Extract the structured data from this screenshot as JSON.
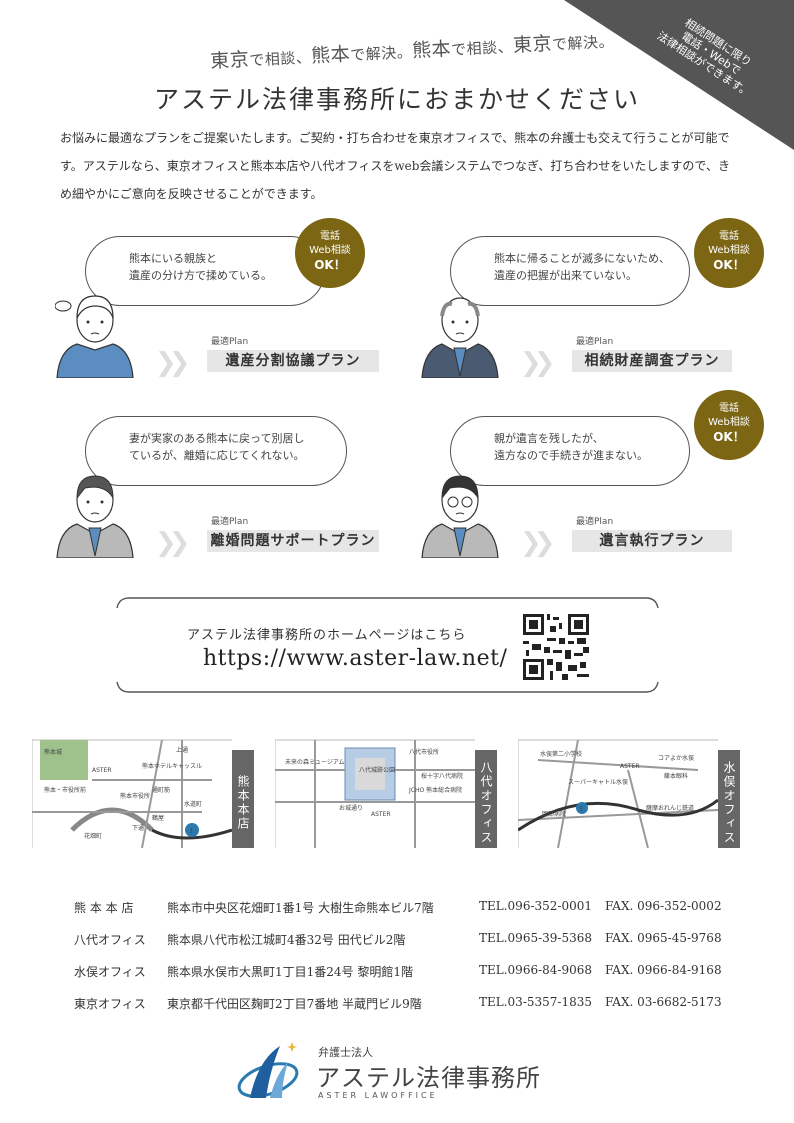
{
  "corner_note": [
    "相続問題に限り",
    "電話・Webで",
    "法律相談ができます。"
  ],
  "tagline": [
    {
      "big": "東京",
      "small": "で相談、"
    },
    {
      "big": "熊本",
      "small": "で解決。"
    },
    {
      "big": "熊本",
      "small": "で相談、"
    },
    {
      "big": "東京",
      "small": "で解決。"
    }
  ],
  "headline": "アステル法律事務所におまかせください",
  "intro": "お悩みに最適なプランをご提案いたします。ご契約・打ち合わせを東京オフィスで、熊本の弁護士も交えて行うことが可能です。アステルなら、東京オフィスと熊本本店や八代オフィスをweb会議システムでつなぎ、打ち合わせをいたしますので、きめ細やかにご意向を反映させることができます。",
  "badge": {
    "line1": "電話",
    "line2": "Web相談",
    "line3": "OK！"
  },
  "best_label": "最適Plan",
  "cases": [
    {
      "text": "熊本にいる親族と\n遺産の分け方で揉めている。",
      "plan": "遺産分割協議プラン",
      "badge": true
    },
    {
      "text": "熊本に帰ることが滅多にないため、\n遺産の把握が出来ていない。",
      "plan": "相続財産調査プラン",
      "badge": true
    },
    {
      "text": "妻が実家のある熊本に戻って別居し\nているが、離婚に応じてくれない。",
      "plan": "離婚問題サポートプラン",
      "badge": false
    },
    {
      "text": "親が遺言を残したが、\n遠方なので手続きが進まない。",
      "plan": "遺言執行プラン",
      "badge": true
    }
  ],
  "homepage": {
    "label": "アステル法律事務所のホームページはこちら",
    "url": "https://www.aster-law.net/"
  },
  "maps": [
    {
      "label": "熊本本店",
      "texts": [
        "熊本城",
        "ASTER",
        "熊本ホテルキャッスル",
        "熊本市役所",
        "通町筋",
        "熊本・市役所前",
        "鶴屋",
        "水道町",
        "花畑町",
        "上通",
        "下通",
        "3"
      ]
    },
    {
      "label": "八代オフィス",
      "texts": [
        "未来の森ミュージアム",
        "八代市役所",
        "八代城跡公園",
        "桜十字八代病院",
        "JCHO 熊本総合病院",
        "お城通り",
        "ASTER"
      ]
    },
    {
      "label": "水俣オフィス",
      "texts": [
        "水俣第二小学校",
        "コアよか水俣",
        "ASTER",
        "スーパーキャトル水俣",
        "藤本眼科",
        "岡部病院",
        "薩摩おれんじ鉄道",
        "3"
      ]
    }
  ],
  "offices": [
    {
      "name": "熊 本 本 店",
      "address": "熊本市中央区花畑町1番1号 大樹生命熊本ビル7階",
      "tel": "TEL.096-352-0001",
      "fax": "FAX. 096-352-0002"
    },
    {
      "name": "八代オフィス",
      "address": "熊本県八代市松江城町4番32号 田代ビル2階",
      "tel": "TEL.0965-39-5368",
      "fax": "FAX. 0965-45-9768"
    },
    {
      "name": "水俣オフィス",
      "address": "熊本県水俣市大黒町1丁目1番24号 黎明館1階",
      "tel": "TEL.0966-84-9068",
      "fax": "FAX. 0966-84-9168"
    },
    {
      "name": "東京オフィス",
      "address": "東京都千代田区麹町2丁目7番地 半蔵門ビル9階",
      "tel": "TEL.03-5357-1835",
      "fax": "FAX. 03-6682-5173"
    }
  ],
  "logo": {
    "sub": "弁護士法人",
    "name": "アステル法律事務所",
    "en": "ASTER LAWOFFICE"
  },
  "colors": {
    "badge": "#7c6614",
    "corner": "#555555",
    "plan_bg": "#e6e6e6",
    "person_blue": "#5b8dc0"
  }
}
